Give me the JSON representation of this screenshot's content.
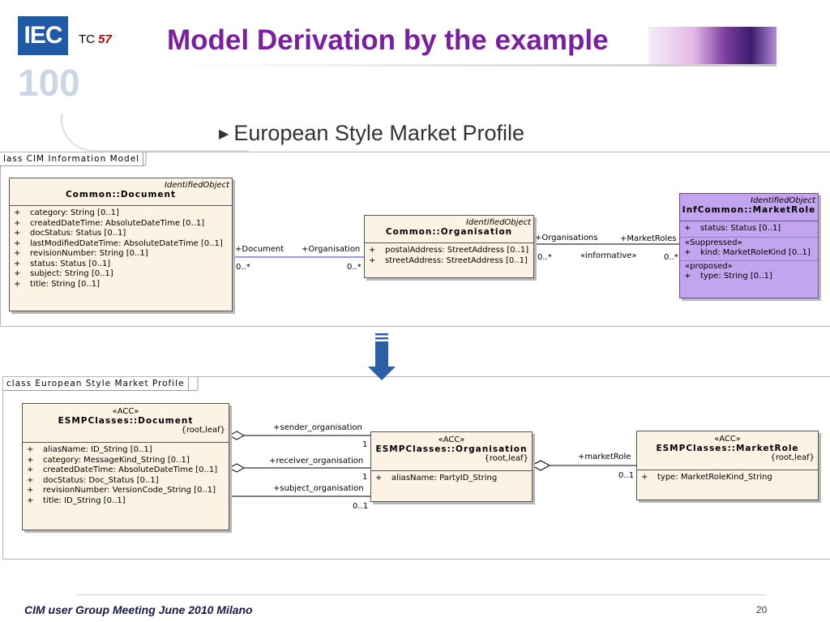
{
  "header": {
    "logo_text": "IEC",
    "logo_sub": "100",
    "tc_label": "TC",
    "tc_number": "57",
    "title": "Model Derivation by the example",
    "subtitle": "European Style Market Profile"
  },
  "footer": {
    "meeting": "CIM user Group Meeting  June 2010 Milano",
    "page": "20"
  },
  "colors": {
    "title": "#7a1fa2",
    "class_fill": "#fcf3e4",
    "role_fill": "#c3a4ee",
    "highlight": "#7a1fa2",
    "arrow": "#2a5fa8"
  },
  "diagram_top": {
    "package": "lass CIM Information Model",
    "document": {
      "stereotype": "IdentifiedObject",
      "name": "Common::Document",
      "attributes": [
        "category:  String [0..1]",
        "createdDateTime:  AbsoluteDateTime [0..1]",
        "docStatus:  Status [0..1]",
        "lastModifiedDateTime:  AbsoluteDateTime [0..1]",
        "revisionNumber:  String [0..1]",
        "status:  Status [0..1]",
        "subject:  String [0..1]",
        "title:  String [0..1]"
      ]
    },
    "organisation": {
      "stereotype": "IdentifiedObject",
      "name": "Common::Organisation",
      "attributes": [
        "postalAddress:  StreetAddress [0..1]",
        "streetAddress:  StreetAddress [0..1]"
      ]
    },
    "market_role": {
      "stereotype": "IdentifiedObject",
      "name": "InfCommon::MarketRole",
      "attributes": [
        "status:  Status [0..1]"
      ],
      "suppressed_label": "«Suppressed»",
      "suppressed_attributes": [
        "kind:  MarketRoleKind [0..1]"
      ],
      "proposed_label": "«proposed»",
      "proposed_attributes": [
        "type:  String [0..1]"
      ]
    },
    "assoc_doc_org": {
      "role_a": "+Document",
      "role_b": "+Organisation",
      "mult_a": "0..*",
      "mult_b": "0..*"
    },
    "assoc_org_role": {
      "role_a": "+Organisations",
      "role_b": "+MarketRoles",
      "mult_a": "0..*",
      "mult_b": "0..*",
      "stereotype": "«informative»"
    }
  },
  "diagram_bottom": {
    "package": "class European Style Market Profile",
    "document": {
      "stereotype": "«ACC»",
      "name": "ESMPClasses::Document",
      "tag": "{root,leaf}",
      "attributes": [
        "aliasName:  ID_String [0..1]",
        "category:  MessageKind_String [0..1]",
        "createdDateTime:  AbsoluteDateTime [0..1]",
        "docStatus:  Doc_Status [0..1]",
        "revisionNumber:  VersionCode_String [0..1]",
        "title:  ID_String [0..1]"
      ]
    },
    "organisation": {
      "stereotype": "«ACC»",
      "name": "ESMPClasses::Organisation",
      "tag": "{root,leaf}",
      "attributes": [
        "aliasName:  PartyID_String"
      ]
    },
    "market_role": {
      "stereotype": "«ACC»",
      "name": "ESMPClasses::MarketRole",
      "tag": "{root,leaf}",
      "attributes": [
        "type:  MarketRoleKind_String"
      ]
    },
    "assoc_sender": {
      "role": "+sender_organisation",
      "mult": "1"
    },
    "assoc_receiver": {
      "role": "+receiver_organisation",
      "mult": "1"
    },
    "assoc_subject": {
      "role": "+subject_organisation",
      "mult": "0..1"
    },
    "assoc_market_role": {
      "role": "+marketRole",
      "mult": "0..1"
    }
  },
  "attr_prefix": "+"
}
